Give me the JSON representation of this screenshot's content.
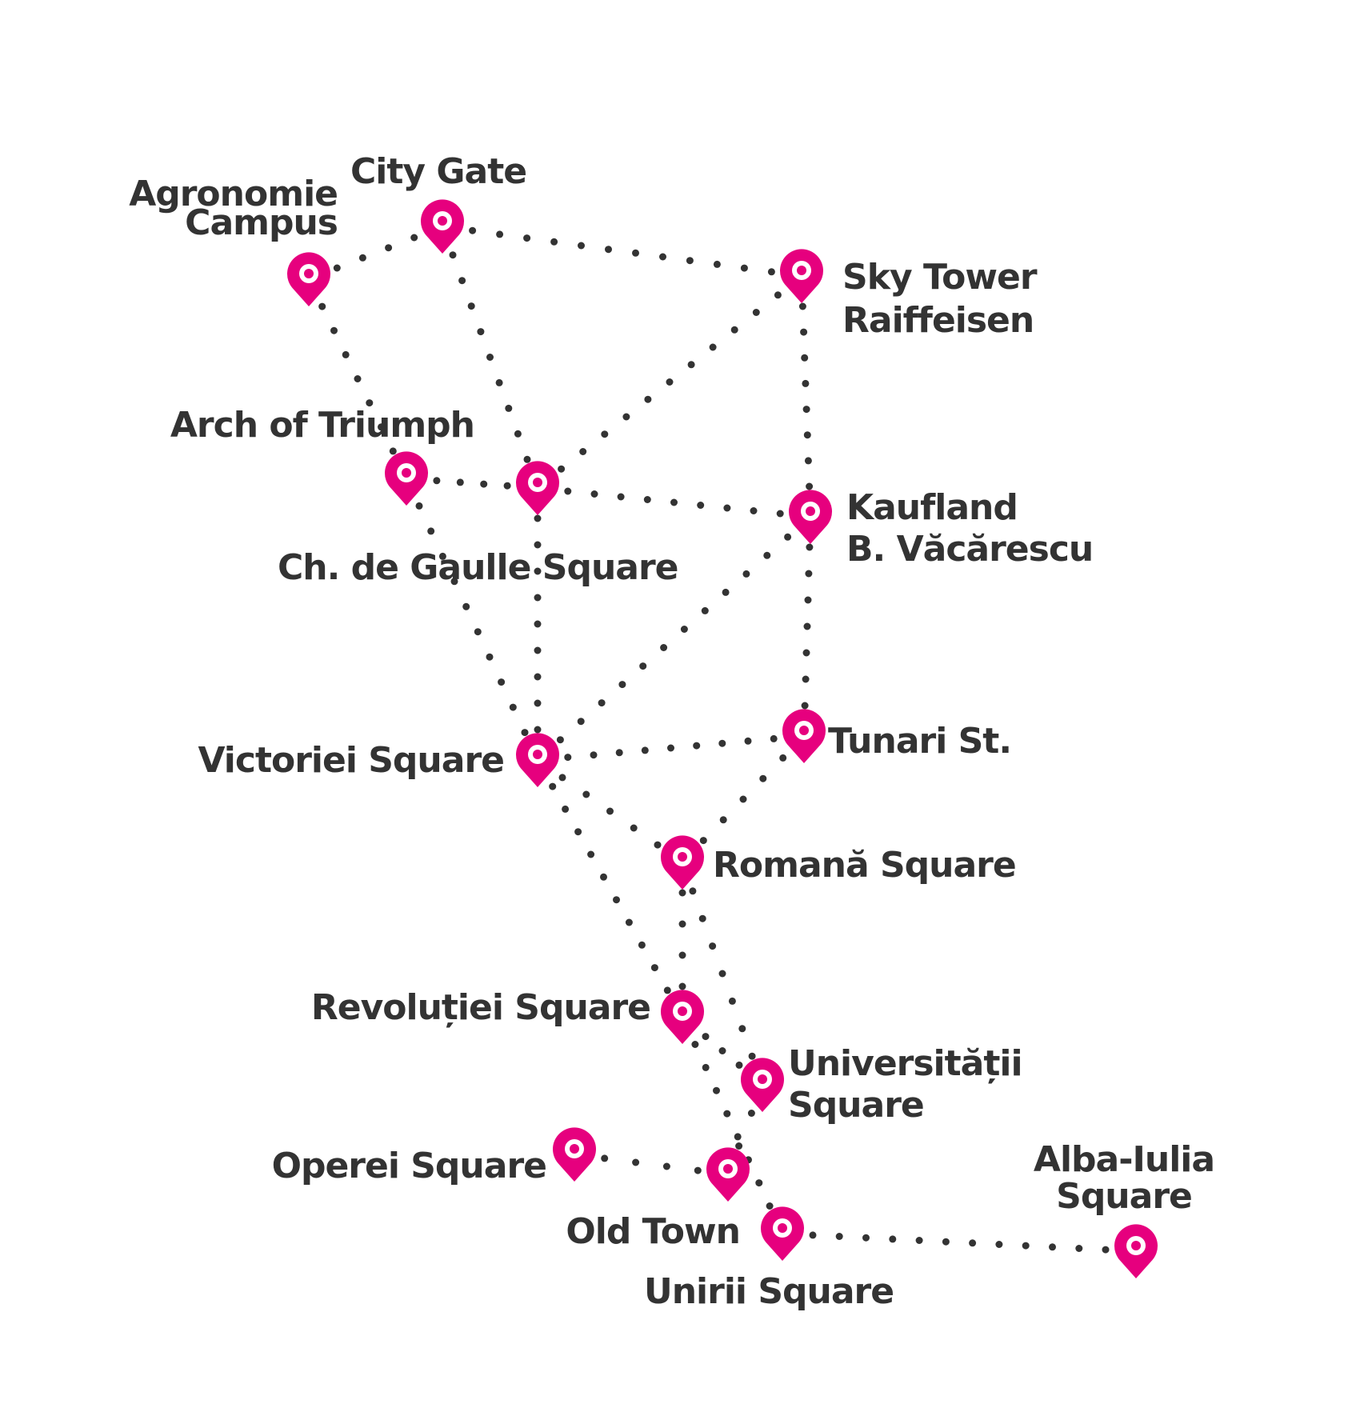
{
  "colors": {
    "pin": "#e6007e",
    "pin_center": "#ffffff",
    "route_dots": "#333333",
    "label_text": "#333333",
    "background": "#ffffff"
  },
  "icon": "map-pin-icon",
  "stops": {
    "agronomie": {
      "lines": [
        "Agronomie",
        "Campus"
      ]
    },
    "citygate": {
      "lines": [
        "City Gate"
      ]
    },
    "skytower": {
      "lines": [
        "Sky Tower",
        "Raiffeisen"
      ]
    },
    "arch": {
      "lines": [
        "Arch of Triumph"
      ]
    },
    "gaulle": {
      "lines": [
        "Ch. de Gaulle Square"
      ]
    },
    "kaufland": {
      "lines": [
        "Kaufland",
        "B. Văcărescu"
      ]
    },
    "victoriei": {
      "lines": [
        "Victoriei Square"
      ]
    },
    "tunari": {
      "lines": [
        "Tunari St."
      ]
    },
    "romana": {
      "lines": [
        "Romană Square"
      ]
    },
    "revolutiei": {
      "lines": [
        "Revoluției Square"
      ]
    },
    "universitatii": {
      "lines": [
        "Universității",
        "Square"
      ]
    },
    "operei": {
      "lines": [
        "Operei Square"
      ]
    },
    "oldtown": {
      "lines": [
        "Old Town"
      ]
    },
    "unirii": {
      "lines": [
        "Unirii Square"
      ]
    },
    "albaiulia": {
      "lines": [
        "Alba-Iulia",
        "Square"
      ]
    }
  },
  "routes": [
    [
      "agronomie",
      "citygate"
    ],
    [
      "citygate",
      "skytower"
    ],
    [
      "agronomie",
      "arch"
    ],
    [
      "citygate",
      "gaulle"
    ],
    [
      "skytower",
      "gaulle"
    ],
    [
      "skytower",
      "kaufland"
    ],
    [
      "arch",
      "gaulle"
    ],
    [
      "gaulle",
      "kaufland"
    ],
    [
      "arch",
      "victoriei"
    ],
    [
      "gaulle",
      "victoriei"
    ],
    [
      "kaufland",
      "victoriei"
    ],
    [
      "kaufland",
      "tunari"
    ],
    [
      "victoriei",
      "tunari"
    ],
    [
      "victoriei",
      "romana"
    ],
    [
      "tunari",
      "romana"
    ],
    [
      "victoriei",
      "revolutiei"
    ],
    [
      "romana",
      "revolutiei"
    ],
    [
      "romana",
      "universitatii"
    ],
    [
      "revolutiei",
      "universitatii"
    ],
    [
      "revolutiei",
      "unirii"
    ],
    [
      "universitatii",
      "oldtown"
    ],
    [
      "operei",
      "oldtown"
    ],
    [
      "unirii",
      "albaiulia"
    ]
  ]
}
